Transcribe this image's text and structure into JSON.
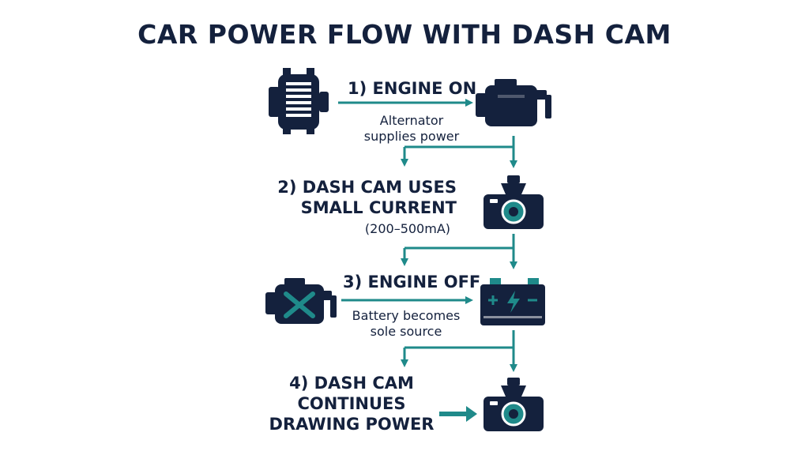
{
  "title": "CAR POWER FLOW WITH DASH CAM",
  "colors": {
    "navy": "#14213d",
    "teal": "#1f8a8a"
  },
  "steps": [
    {
      "heading": "1) ENGINE ON",
      "caption": "Alternator\nsupplies power",
      "icons": [
        "alternator-icon",
        "engine-icon"
      ]
    },
    {
      "heading": "2) DASH CAM USES\nSMALL CURRENT",
      "caption": "(200–500mA)",
      "icons": [
        "dash-cam-icon"
      ]
    },
    {
      "heading": "3) ENGINE OFF",
      "caption": "Battery becomes\nsole source",
      "icons": [
        "engine-off-icon",
        "battery-icon"
      ]
    },
    {
      "heading": "4) DASH CAM\nCONTINUES\nDRAWING POWER",
      "caption": "",
      "icons": [
        "dash-cam-icon"
      ]
    }
  ]
}
